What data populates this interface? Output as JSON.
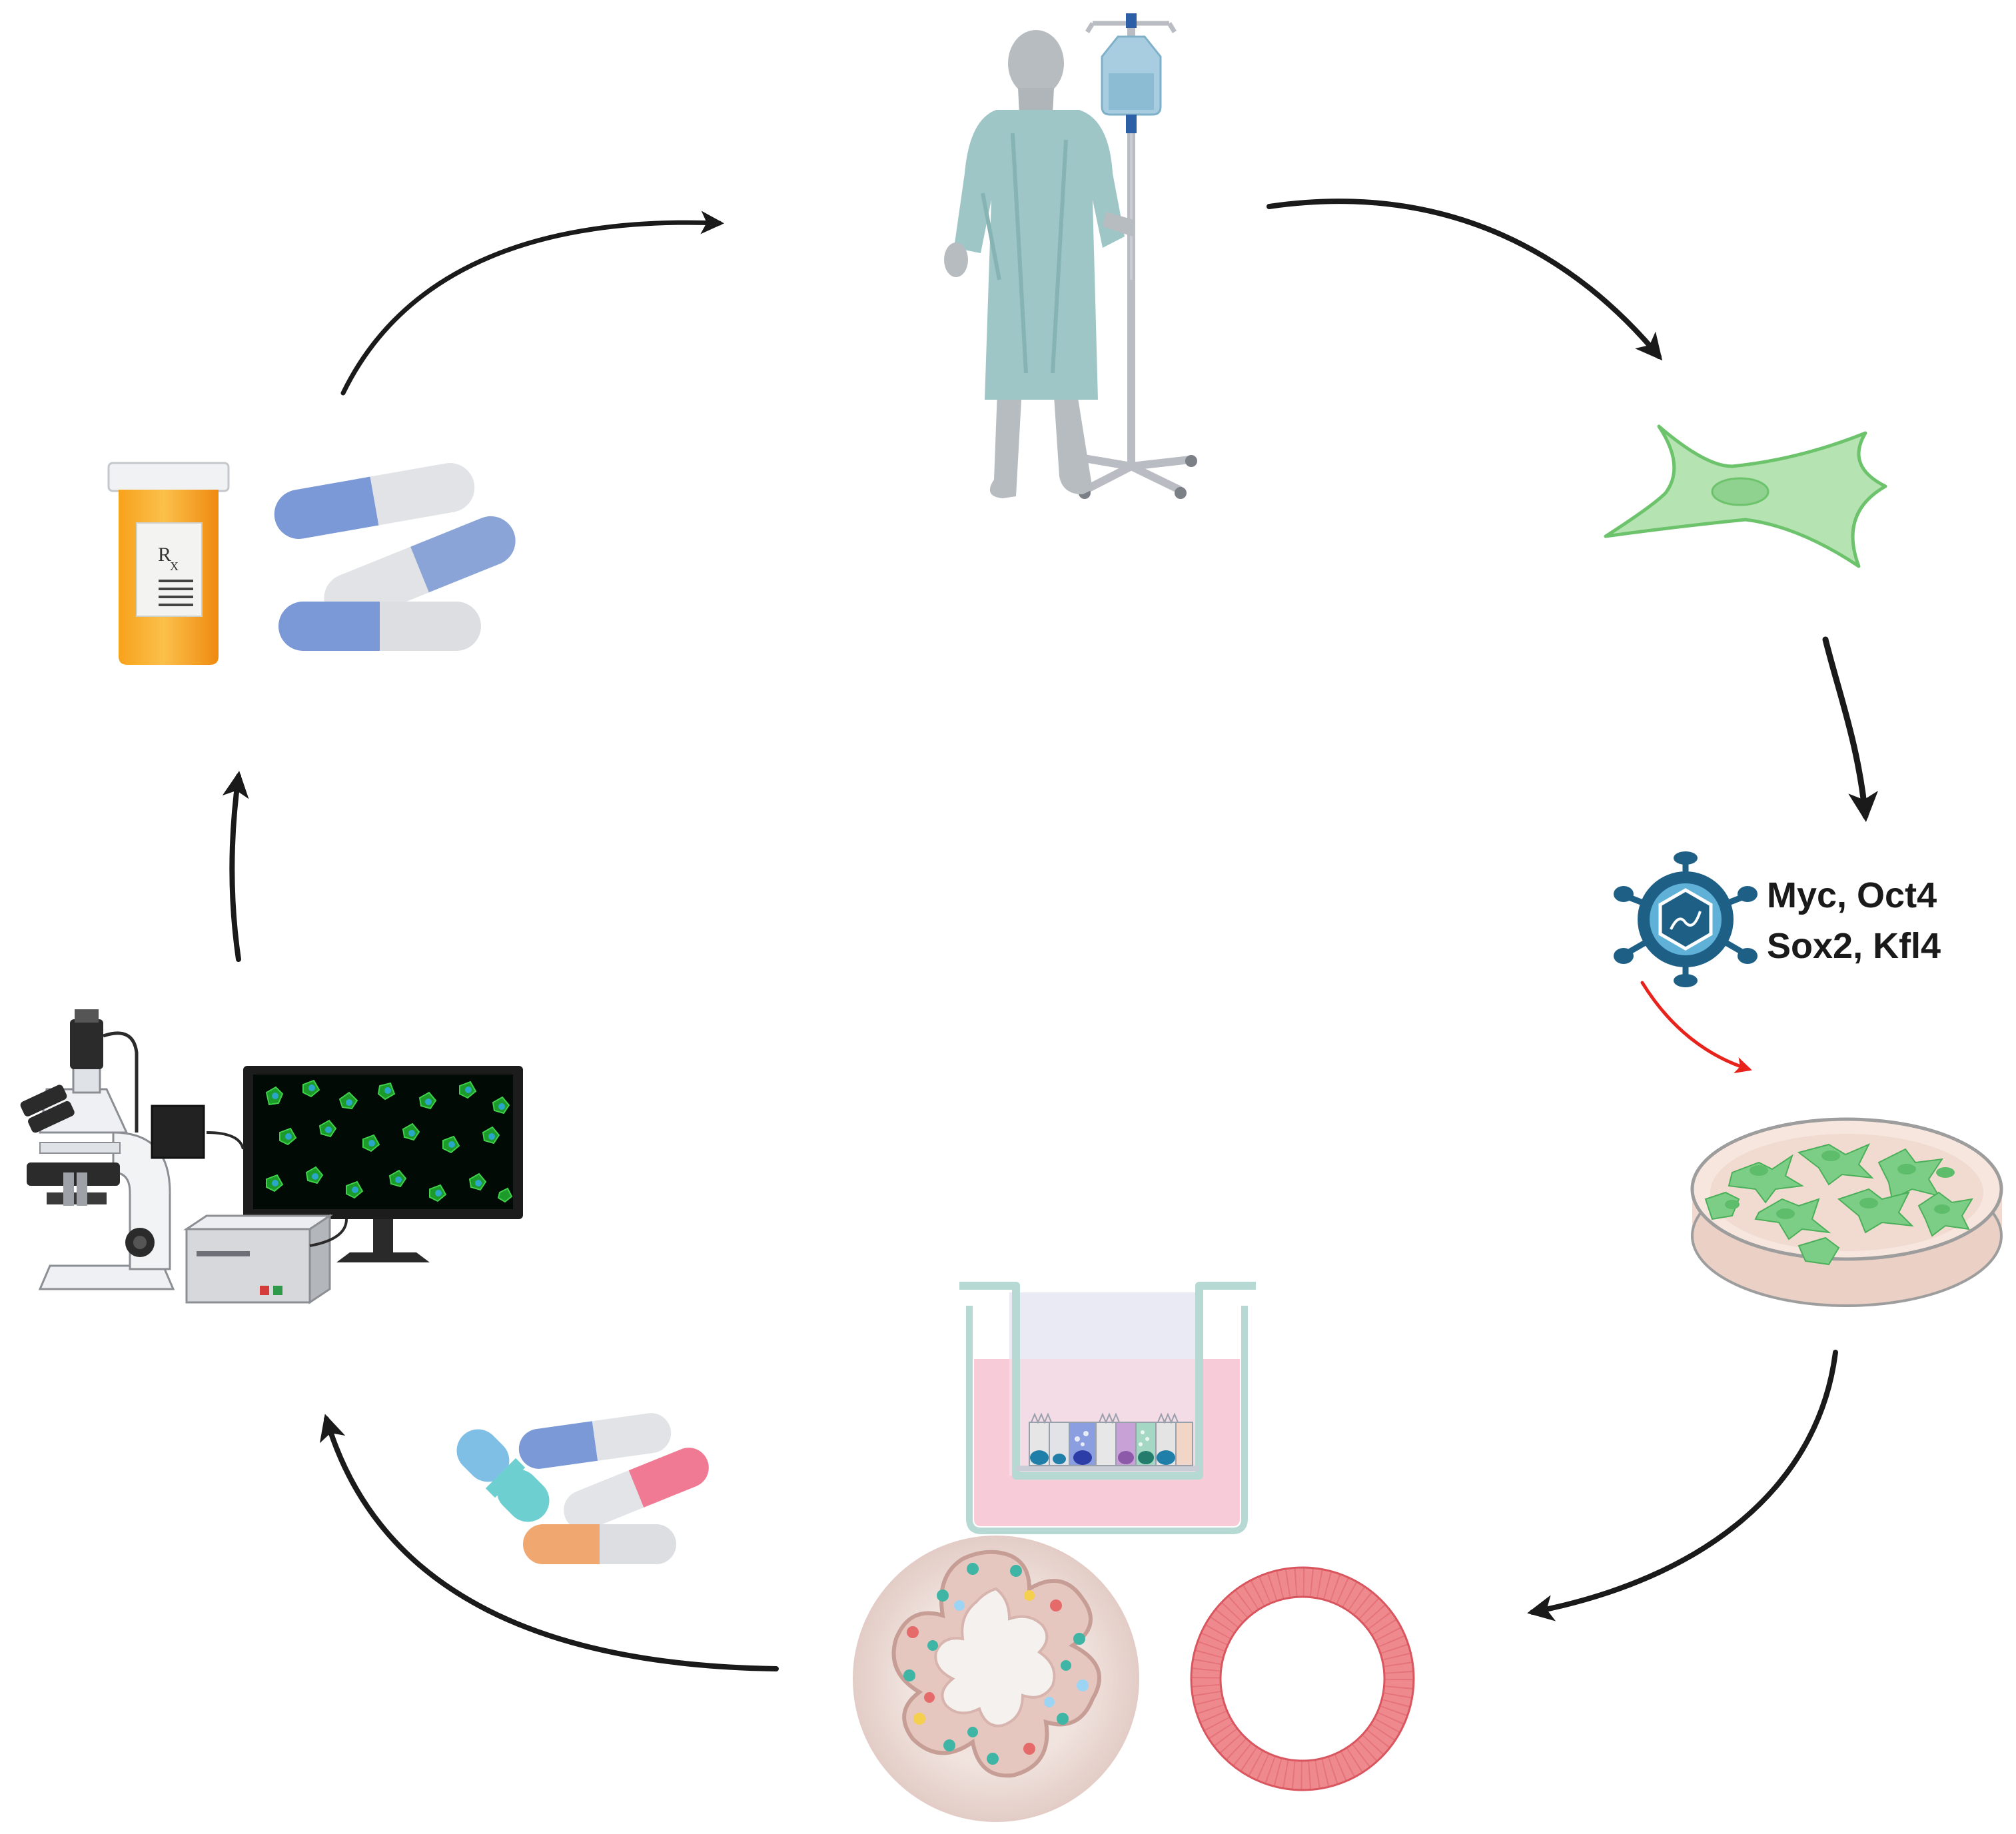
{
  "factors": {
    "line1": "Myc, Oct4",
    "line2": "Sox2, Kfl4"
  },
  "prescription": {
    "rx_mark": "R",
    "rx_sub": "X"
  },
  "icons": {
    "patient": "patient-with-iv-drip-icon",
    "fibroblast": "fibroblast-cell-icon",
    "virus": "viral-vector-icon",
    "petri_dish": "petri-dish-culture-icon",
    "transwell": "transwell-insert-icon",
    "organoid": "intestinal-organoid-icon",
    "ring": "epithelial-ring-icon",
    "drugs": "drug-capsules-icon",
    "microscope": "microscope-imaging-station-icon",
    "pill_bottle": "prescription-bottle-icon",
    "capsules": "capsules-icon"
  },
  "colors": {
    "arrow": "#1a1a1a",
    "red_arrow": "#e8231c",
    "virus": "#1e5f86",
    "cell_green": "#b6e3b2",
    "gown": "#9fc6c6"
  }
}
